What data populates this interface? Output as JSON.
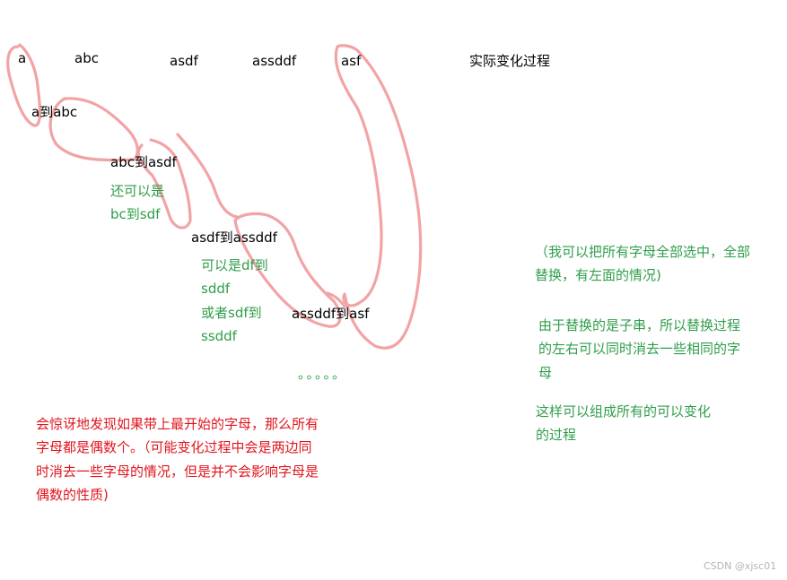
{
  "sequence": [
    "a",
    "abc",
    "asdf",
    "assddf",
    "asf"
  ],
  "heading": "实际变化过程",
  "steps": [
    "a到abc",
    "abc到asdf",
    "asdf到assddf",
    "assddf到asf"
  ],
  "alt1": [
    "还可以是",
    "bc到sdf"
  ],
  "alt2": [
    "可以是df到",
    "sddf",
    "或者sdf到",
    "ssddf"
  ],
  "ellipsis": "。。。。。",
  "note_left": [
    "会惊讶地发现如果带上最开始的字母，那么所有",
    "字母都是偶数个。（可能变化过程中会是两边同",
    "时消去一些字母的情况，但是并不会影响字母是",
    "偶数的性质)"
  ],
  "note_right_1": [
    "（我可以把所有字母全部选中，全部",
    "替换，有左面的情况)"
  ],
  "note_right_2": [
    "由于替换的是子串，所以替换过程",
    "的左右可以同时消去一些相同的字",
    "母"
  ],
  "note_right_3": [
    "这样可以组成所有的可以变化",
    "的过程"
  ],
  "watermark": "CSDN @xjsc01",
  "colors": {
    "stroke": "#f2a3a6",
    "green": "#2e9e4a",
    "red": "#e0151d"
  }
}
